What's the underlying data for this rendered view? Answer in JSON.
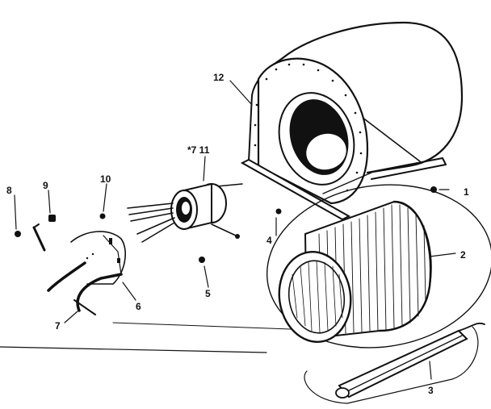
{
  "colors": {
    "ink": "#111111",
    "paper": "#ffffff"
  },
  "callouts": {
    "c1": "1",
    "c2": "2",
    "c3": "3",
    "c4": "4",
    "c5": "5",
    "c6": "6",
    "c7": "7",
    "c8": "8",
    "c9": "9",
    "c10": "10",
    "c11": "11",
    "c12": "12",
    "c7_11": "*7 11"
  }
}
